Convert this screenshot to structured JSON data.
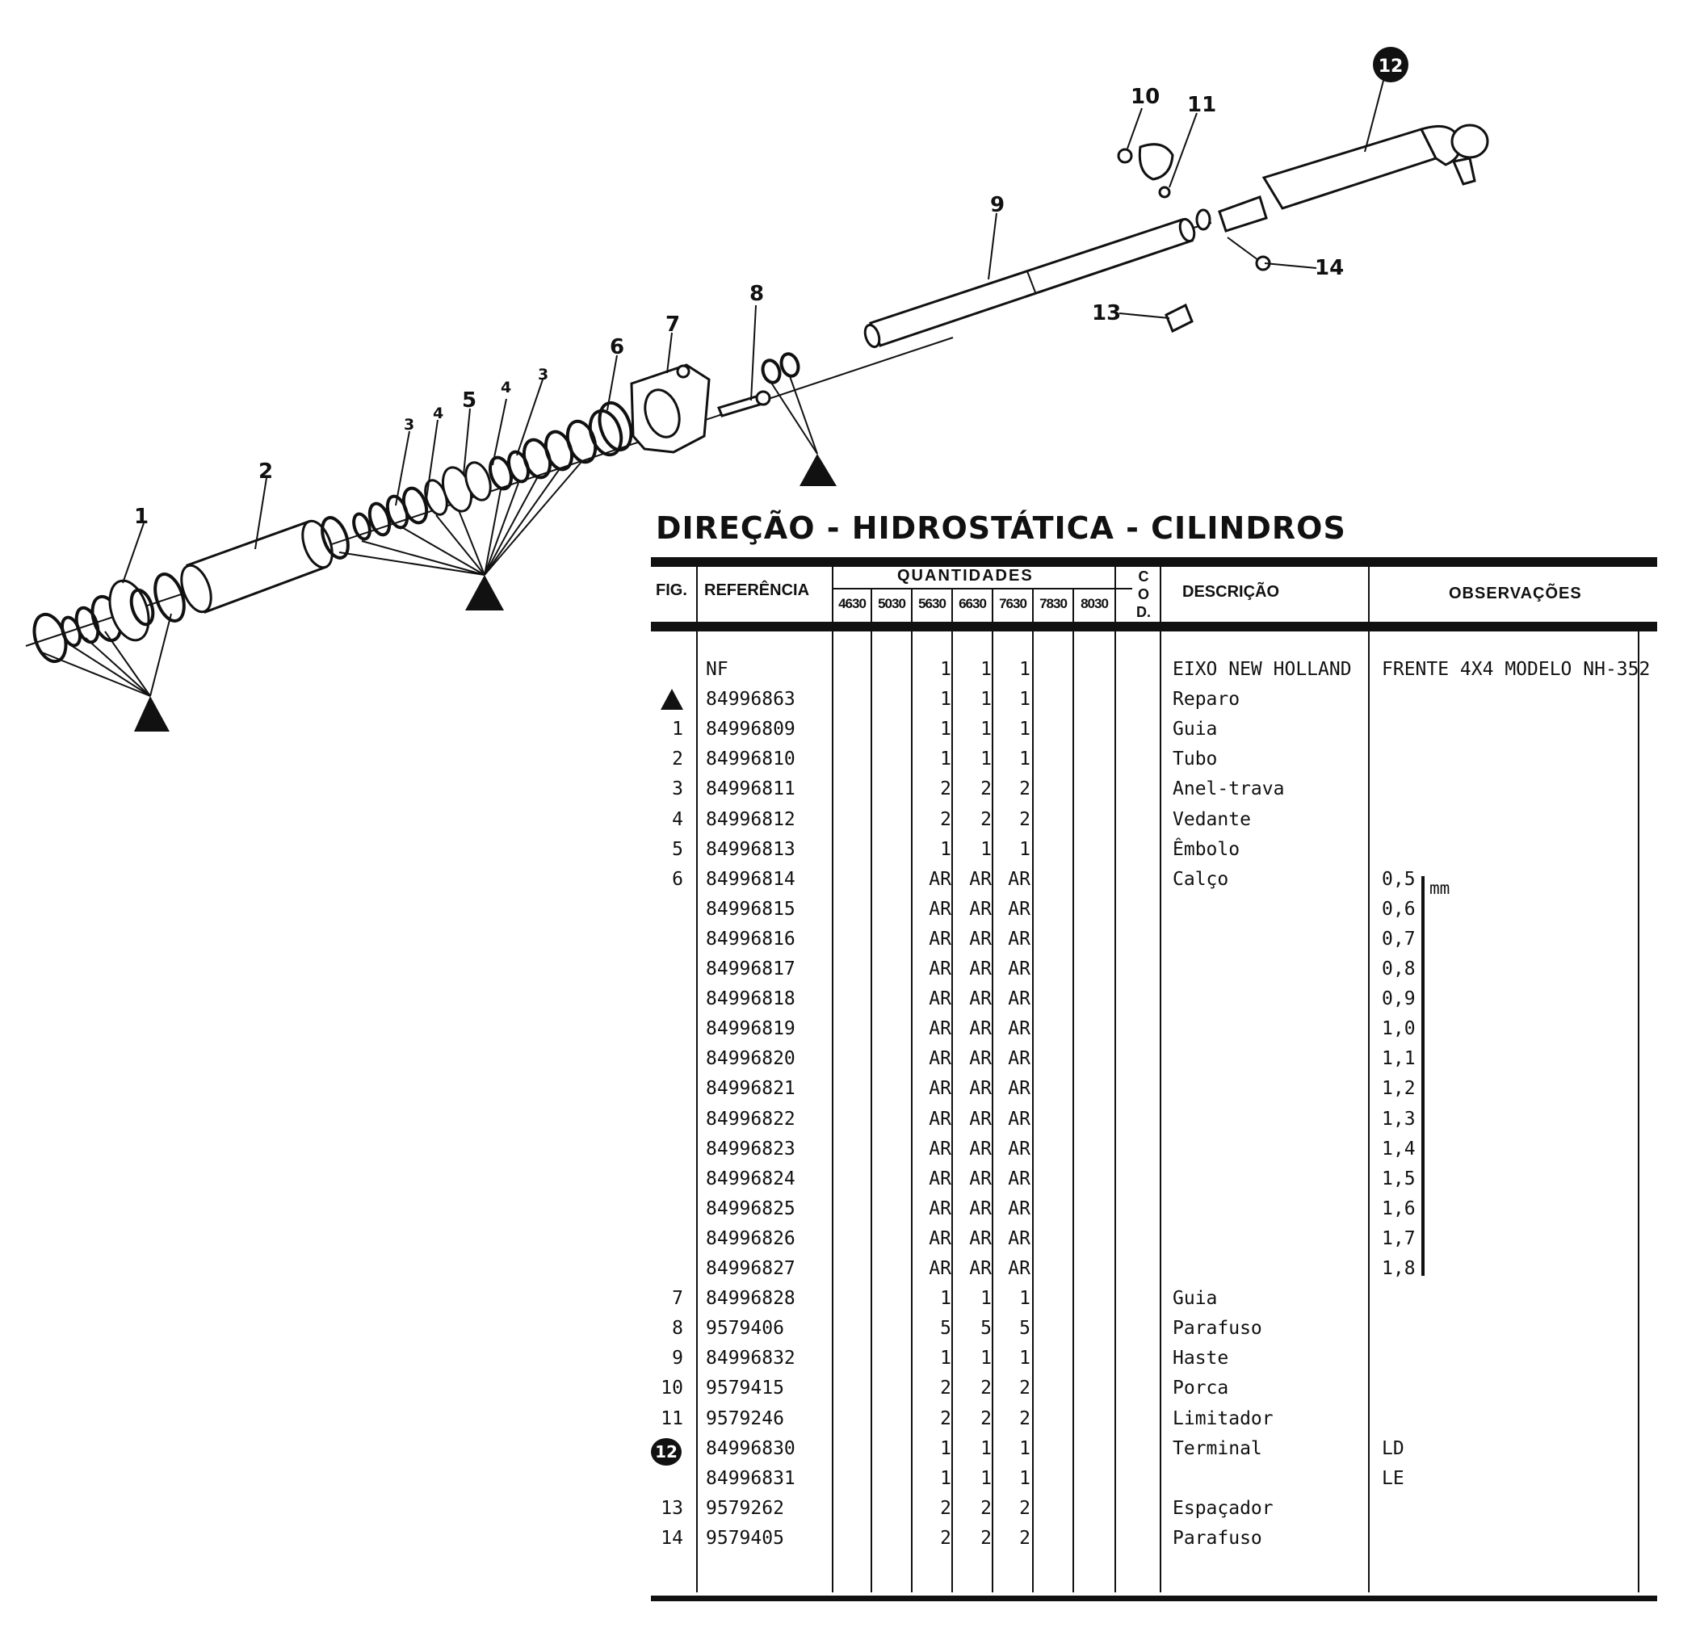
{
  "title": "DIREÇÃO - HIDROSTÁTICA - CILINDROS",
  "diagram": {
    "callouts": [
      "1",
      "2",
      "3",
      "4",
      "5",
      "4",
      "3",
      "6",
      "7",
      "8",
      "9",
      "10",
      "11",
      "12",
      "13",
      "14"
    ]
  },
  "table": {
    "headers": {
      "fig": "FIG.",
      "ref": "REFERÊNCIA",
      "qty": "QUANTIDADES",
      "models": [
        "4630",
        "5030",
        "5630",
        "6630",
        "7630",
        "7830",
        "8030"
      ],
      "cod": [
        "C",
        "O",
        "D."
      ],
      "desc": "DESCRIÇÃO",
      "obs": "OBSERVAÇÕES"
    },
    "unit": "mm",
    "rows": [
      {
        "fig": "",
        "ref": "NF",
        "q": [
          "",
          "",
          "1",
          "1",
          "1",
          "",
          ""
        ],
        "desc": "EIXO NEW HOLLAND",
        "obs": "FRENTE 4X4 MODELO NH-352"
      },
      {
        "fig": "▲",
        "ref": "84996863",
        "q": [
          "",
          "",
          "1",
          "1",
          "1",
          "",
          ""
        ],
        "desc": "Reparo",
        "obs": ""
      },
      {
        "fig": "1",
        "ref": "84996809",
        "q": [
          "",
          "",
          "1",
          "1",
          "1",
          "",
          ""
        ],
        "desc": "Guia",
        "obs": ""
      },
      {
        "fig": "2",
        "ref": "84996810",
        "q": [
          "",
          "",
          "1",
          "1",
          "1",
          "",
          ""
        ],
        "desc": "Tubo",
        "obs": ""
      },
      {
        "fig": "3",
        "ref": "84996811",
        "q": [
          "",
          "",
          "2",
          "2",
          "2",
          "",
          ""
        ],
        "desc": "Anel-trava",
        "obs": ""
      },
      {
        "fig": "4",
        "ref": "84996812",
        "q": [
          "",
          "",
          "2",
          "2",
          "2",
          "",
          ""
        ],
        "desc": "Vedante",
        "obs": ""
      },
      {
        "fig": "5",
        "ref": "84996813",
        "q": [
          "",
          "",
          "1",
          "1",
          "1",
          "",
          ""
        ],
        "desc": "Êmbolo",
        "obs": ""
      },
      {
        "fig": "6",
        "ref": "84996814",
        "q": [
          "",
          "",
          "AR",
          "AR",
          "AR",
          "",
          ""
        ],
        "desc": "Calço",
        "obs": "0,5"
      },
      {
        "fig": "",
        "ref": "84996815",
        "q": [
          "",
          "",
          "AR",
          "AR",
          "AR",
          "",
          ""
        ],
        "desc": "",
        "obs": "0,6"
      },
      {
        "fig": "",
        "ref": "84996816",
        "q": [
          "",
          "",
          "AR",
          "AR",
          "AR",
          "",
          ""
        ],
        "desc": "",
        "obs": "0,7"
      },
      {
        "fig": "",
        "ref": "84996817",
        "q": [
          "",
          "",
          "AR",
          "AR",
          "AR",
          "",
          ""
        ],
        "desc": "",
        "obs": "0,8"
      },
      {
        "fig": "",
        "ref": "84996818",
        "q": [
          "",
          "",
          "AR",
          "AR",
          "AR",
          "",
          ""
        ],
        "desc": "",
        "obs": "0,9"
      },
      {
        "fig": "",
        "ref": "84996819",
        "q": [
          "",
          "",
          "AR",
          "AR",
          "AR",
          "",
          ""
        ],
        "desc": "",
        "obs": "1,0"
      },
      {
        "fig": "",
        "ref": "84996820",
        "q": [
          "",
          "",
          "AR",
          "AR",
          "AR",
          "",
          ""
        ],
        "desc": "",
        "obs": "1,1"
      },
      {
        "fig": "",
        "ref": "84996821",
        "q": [
          "",
          "",
          "AR",
          "AR",
          "AR",
          "",
          ""
        ],
        "desc": "",
        "obs": "1,2"
      },
      {
        "fig": "",
        "ref": "84996822",
        "q": [
          "",
          "",
          "AR",
          "AR",
          "AR",
          "",
          ""
        ],
        "desc": "",
        "obs": "1,3"
      },
      {
        "fig": "",
        "ref": "84996823",
        "q": [
          "",
          "",
          "AR",
          "AR",
          "AR",
          "",
          ""
        ],
        "desc": "",
        "obs": "1,4"
      },
      {
        "fig": "",
        "ref": "84996824",
        "q": [
          "",
          "",
          "AR",
          "AR",
          "AR",
          "",
          ""
        ],
        "desc": "",
        "obs": "1,5"
      },
      {
        "fig": "",
        "ref": "84996825",
        "q": [
          "",
          "",
          "AR",
          "AR",
          "AR",
          "",
          ""
        ],
        "desc": "",
        "obs": "1,6"
      },
      {
        "fig": "",
        "ref": "84996826",
        "q": [
          "",
          "",
          "AR",
          "AR",
          "AR",
          "",
          ""
        ],
        "desc": "",
        "obs": "1,7"
      },
      {
        "fig": "",
        "ref": "84996827",
        "q": [
          "",
          "",
          "AR",
          "AR",
          "AR",
          "",
          ""
        ],
        "desc": "",
        "obs": "1,8"
      },
      {
        "fig": "7",
        "ref": "84996828",
        "q": [
          "",
          "",
          "1",
          "1",
          "1",
          "",
          ""
        ],
        "desc": "Guia",
        "obs": ""
      },
      {
        "fig": "8",
        "ref": "9579406",
        "q": [
          "",
          "",
          "5",
          "5",
          "5",
          "",
          ""
        ],
        "desc": "Parafuso",
        "obs": ""
      },
      {
        "fig": "9",
        "ref": "84996832",
        "q": [
          "",
          "",
          "1",
          "1",
          "1",
          "",
          ""
        ],
        "desc": "Haste",
        "obs": ""
      },
      {
        "fig": "10",
        "ref": "9579415",
        "q": [
          "",
          "",
          "2",
          "2",
          "2",
          "",
          ""
        ],
        "desc": "Porca",
        "obs": ""
      },
      {
        "fig": "11",
        "ref": "9579246",
        "q": [
          "",
          "",
          "2",
          "2",
          "2",
          "",
          ""
        ],
        "desc": "Limitador",
        "obs": ""
      },
      {
        "fig": "12",
        "ref": "84996830",
        "q": [
          "",
          "",
          "1",
          "1",
          "1",
          "",
          ""
        ],
        "desc": "Terminal",
        "obs": "LD"
      },
      {
        "fig": "",
        "ref": "84996831",
        "q": [
          "",
          "",
          "1",
          "1",
          "1",
          "",
          ""
        ],
        "desc": "",
        "obs": "LE"
      },
      {
        "fig": "13",
        "ref": "9579262",
        "q": [
          "",
          "",
          "2",
          "2",
          "2",
          "",
          ""
        ],
        "desc": "Espaçador",
        "obs": ""
      },
      {
        "fig": "14",
        "ref": "9579405",
        "q": [
          "",
          "",
          "2",
          "2",
          "2",
          "",
          ""
        ],
        "desc": "Parafuso",
        "obs": ""
      }
    ]
  }
}
